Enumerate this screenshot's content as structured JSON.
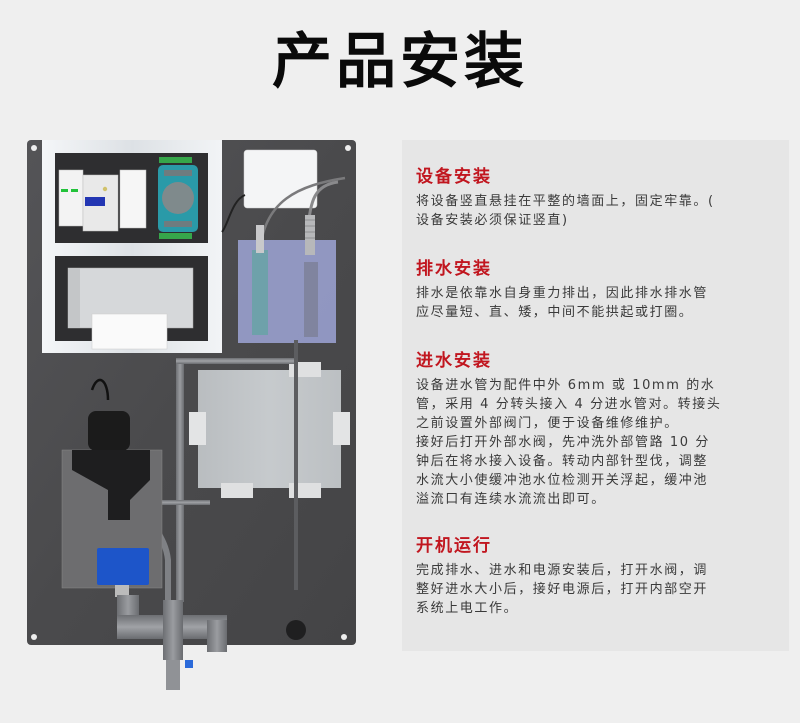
{
  "page": {
    "title": "产品安装"
  },
  "illustration": {
    "label": "water-quality-monitoring-panel",
    "colors": {
      "panel": "#4d4d4f",
      "frame": "#e9ecef",
      "enclosure": "#2f2f31",
      "module": "#2a9aa8",
      "flowcell": "#9fa6d8",
      "tank": "#c9cdd0",
      "pump_box": "#1d55c9",
      "sensor_body": "#1b1b1b",
      "pipe": "#7a7c80"
    }
  },
  "sections": [
    {
      "heading": "设备安装",
      "body": "将设备竖直悬挂在平整的墙面上，固定牢靠。(\n设备安装必须保证竖直)"
    },
    {
      "heading": "排水安装",
      "body": "排水是依靠水自身重力排出，因此排水排水管\n应尽量短、直、矮，中间不能拱起或打圈。"
    },
    {
      "heading": "进水安装",
      "body": "设备进水管为配件中外 6mm 或 10mm 的水\n管，采用 4 分转头接入 4 分进水管对。转接头\n之前设置外部阀门，便于设备维修维护。\n接好后打开外部水阀，先冲洗外部管路 10 分\n钟后在将水接入设备。转动内部针型伐，调整\n水流大小使缓冲池水位检测开关浮起，缓冲池\n溢流口有连续水流流出即可。"
    },
    {
      "heading": "开机运行",
      "body": "完成排水、进水和电源安装后，打开水阀，调\n整好进水大小后，接好电源后，打开内部空开\n系统上电工作。"
    }
  ],
  "theme": {
    "heading_color": "#c1161f",
    "body_color": "#3a3a3a",
    "box_bg": "#e6e6e6",
    "page_bg": "#efefef"
  }
}
